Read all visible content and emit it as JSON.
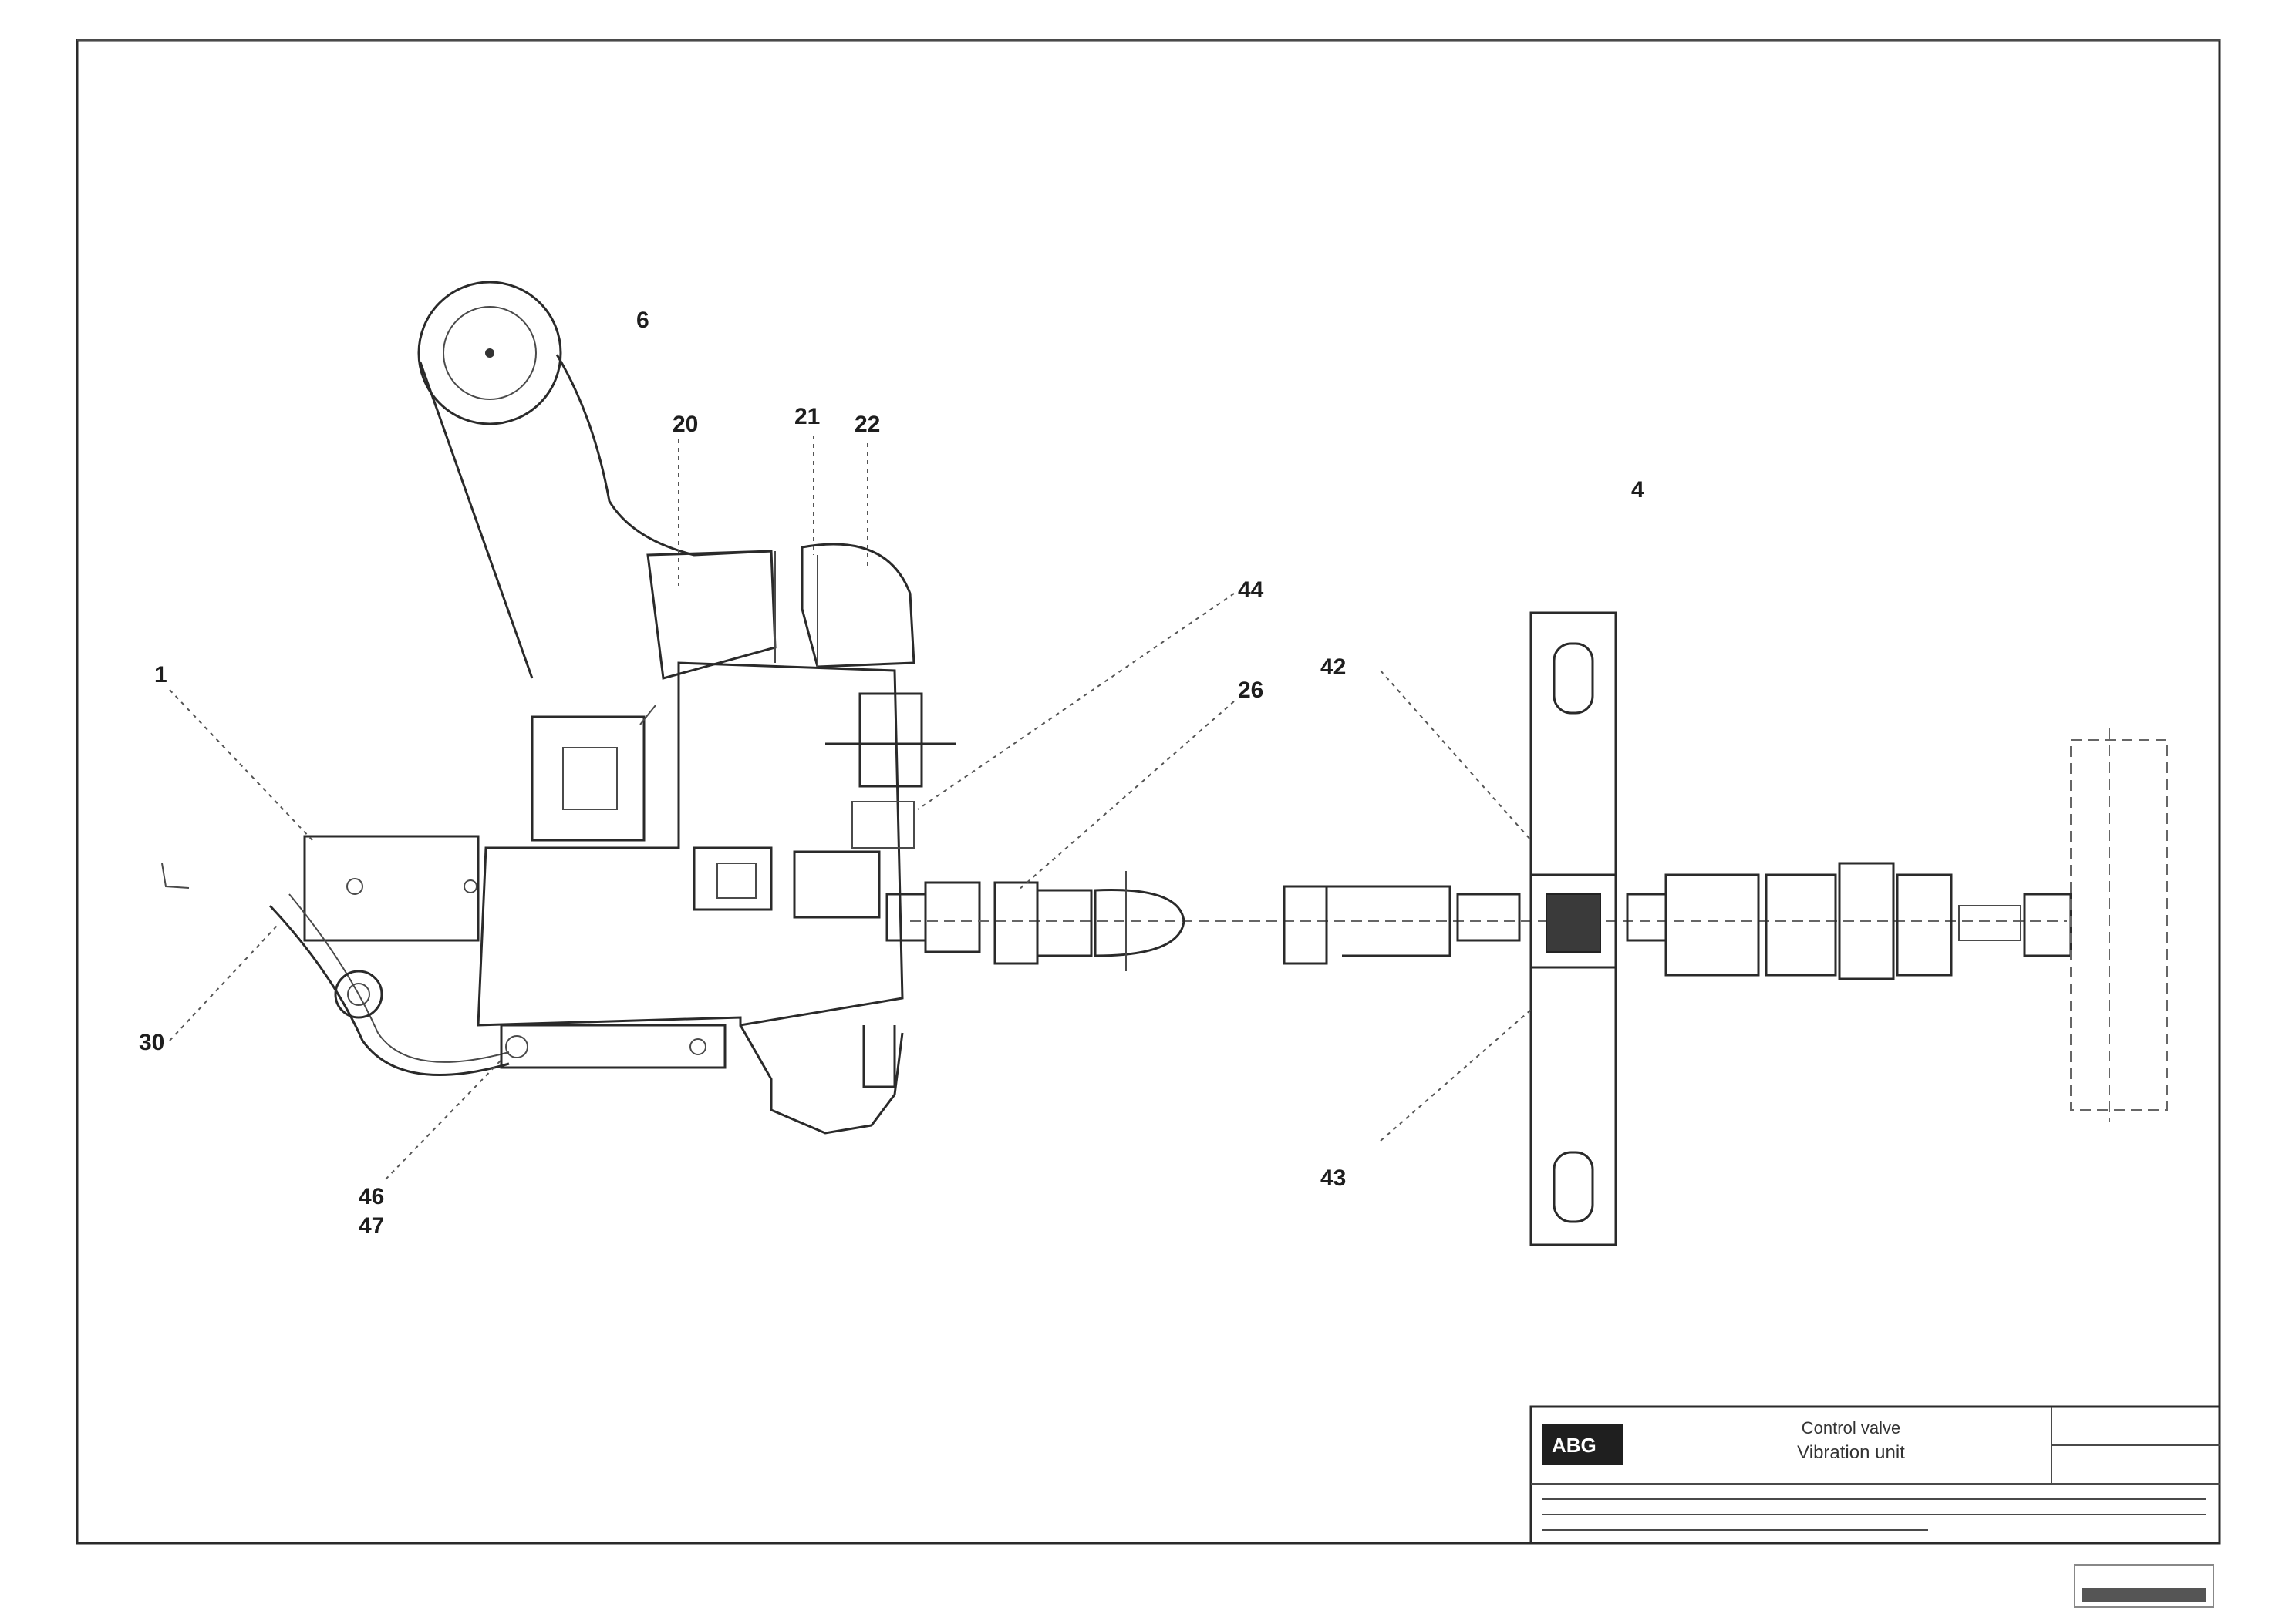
{
  "callouts": {
    "c1": "6",
    "c2": "20",
    "c3": "21",
    "c4": "22",
    "c5": "4",
    "c6": "44",
    "c7": "1",
    "c8": "26",
    "c9": "42",
    "c10": "30",
    "c11": "46",
    "c12": "47",
    "c13": "43"
  },
  "title_block": {
    "title_line1": "Control valve",
    "title_line2": "Vibration unit",
    "drawing_number": "",
    "sheet": ""
  }
}
